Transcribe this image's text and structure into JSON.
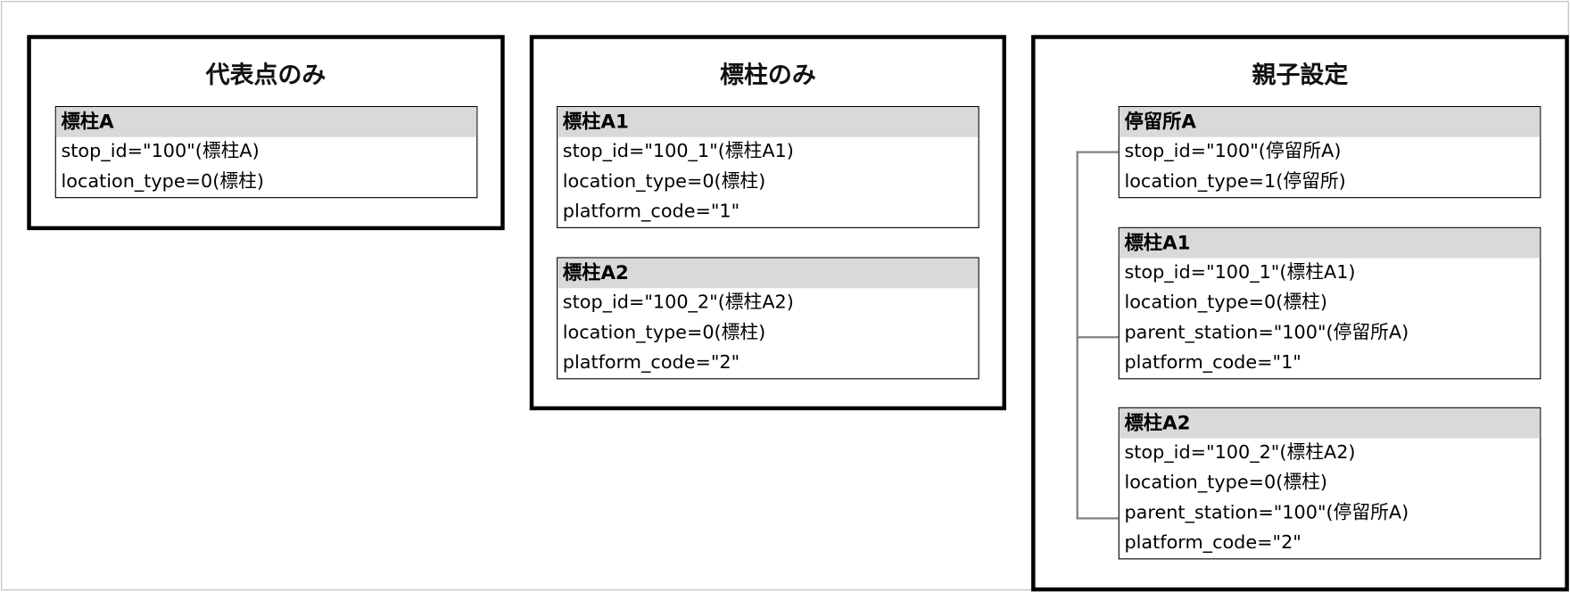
{
  "panels": [
    {
      "title": "代表点のみ",
      "boxes": [
        {
          "title": "標柱A",
          "rows": [
            "stop_id=\"100\"(標柱A)",
            "location_type=0(標柱)"
          ]
        }
      ]
    },
    {
      "title": "標柱のみ",
      "boxes": [
        {
          "title": "標柱A1",
          "rows": [
            "stop_id=\"100_1\"(標柱A1)",
            "location_type=0(標柱)",
            "platform_code=\"1\""
          ]
        },
        {
          "title": "標柱A2",
          "rows": [
            "stop_id=\"100_2\"(標柱A2)",
            "location_type=0(標柱)",
            "platform_code=\"2\""
          ]
        }
      ]
    },
    {
      "title": "親子設定",
      "boxes": [
        {
          "title": "停留所A",
          "rows": [
            "stop_id=\"100\"(停留所A)",
            "location_type=1(停留所)"
          ]
        },
        {
          "title": "標柱A1",
          "rows": [
            "stop_id=\"100_1\"(標柱A1)",
            "location_type=0(標柱)",
            "parent_station=\"100\"(停留所A)",
            "platform_code=\"1\""
          ]
        },
        {
          "title": "標柱A2",
          "rows": [
            "stop_id=\"100_2\"(標柱A2)",
            "location_type=0(標柱)",
            "parent_station=\"100\"(停留所A)",
            "platform_code=\"2\""
          ]
        }
      ]
    }
  ]
}
